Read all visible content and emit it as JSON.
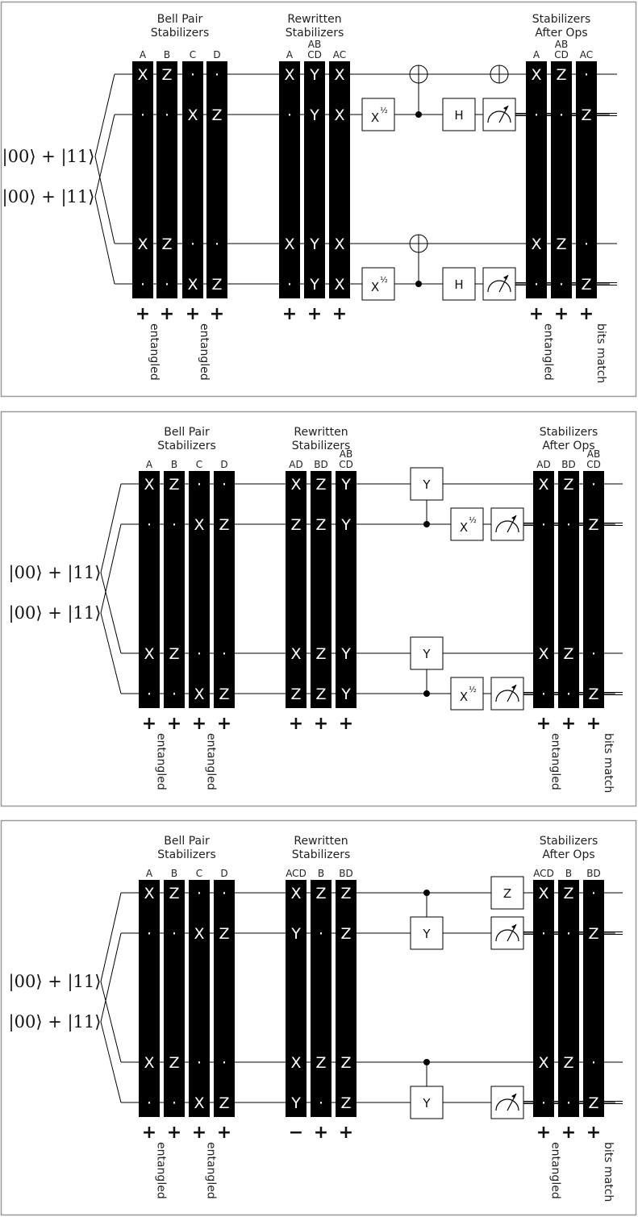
{
  "panels": [
    {
      "bell_title": [
        "Bell Pair",
        "Stabilizers"
      ],
      "bell_cols": [
        "A",
        "B",
        "C",
        "D"
      ],
      "bell_grid": [
        [
          "X",
          "Z",
          "·",
          "·"
        ],
        [
          "·",
          "·",
          "X",
          "Z"
        ],
        [
          "X",
          "Z",
          "·",
          "·"
        ],
        [
          "·",
          "·",
          "X",
          "Z"
        ]
      ],
      "bell_signs": [
        "+",
        "+",
        "+",
        "+"
      ],
      "rew_title": [
        "Rewritten",
        "Stabilizers"
      ],
      "rew_cols": [
        [
          "A"
        ],
        [
          "AB",
          "CD"
        ],
        [
          "AC"
        ]
      ],
      "rew_grid": [
        [
          "X",
          "Y",
          "X"
        ],
        [
          "·",
          "Y",
          "X"
        ],
        [
          "X",
          "Y",
          "X"
        ],
        [
          "·",
          "Y",
          "X"
        ]
      ],
      "rew_signs": [
        "+",
        "+",
        "+"
      ],
      "after_title": [
        "Stabilizers",
        "After Ops"
      ],
      "after_cols": [
        [
          "A"
        ],
        [
          "AB",
          "CD"
        ],
        [
          "AC"
        ]
      ],
      "after_grid": [
        [
          "X",
          "Z",
          "·"
        ],
        [
          "·",
          "·",
          "Z"
        ],
        [
          "X",
          "Z",
          "·"
        ],
        [
          "·",
          "·",
          "Z"
        ]
      ],
      "after_signs": [
        "+",
        "+",
        "+"
      ],
      "kets": [
        "|00⟩ + |11⟩",
        "|00⟩ + |11⟩"
      ],
      "notes": {
        "entangled_1": "entangled",
        "entangled_2": "entangled",
        "entangled_3": "entangled",
        "bits_match": "bits match"
      },
      "gates": [
        {
          "kind": "box",
          "col": 0,
          "wire": 1,
          "label": "X",
          "sup": "½"
        },
        {
          "kind": "box",
          "col": 0,
          "wire": 3,
          "label": "X",
          "sup": "½"
        },
        {
          "kind": "cnot",
          "col": 1,
          "control": 1,
          "target": 0
        },
        {
          "kind": "cnot",
          "col": 1,
          "control": 3,
          "target": 2
        },
        {
          "kind": "box",
          "col": 2,
          "wire": 1,
          "label": "H"
        },
        {
          "kind": "box",
          "col": 2,
          "wire": 3,
          "label": "H"
        },
        {
          "kind": "xor",
          "col": 3,
          "wire": 0
        },
        {
          "kind": "meter",
          "col": 3,
          "wire": 1
        },
        {
          "kind": "meter",
          "col": 3,
          "wire": 3
        }
      ]
    },
    {
      "bell_title": [
        "Bell Pair",
        "Stabilizers"
      ],
      "bell_cols": [
        "A",
        "B",
        "C",
        "D"
      ],
      "bell_grid": [
        [
          "X",
          "Z",
          "·",
          "·"
        ],
        [
          "·",
          "·",
          "X",
          "Z"
        ],
        [
          "X",
          "Z",
          "·",
          "·"
        ],
        [
          "·",
          "·",
          "X",
          "Z"
        ]
      ],
      "bell_signs": [
        "+",
        "+",
        "+",
        "+"
      ],
      "rew_title": [
        "Rewritten",
        "Stabilizers"
      ],
      "rew_cols": [
        [
          "AD"
        ],
        [
          "BD"
        ],
        [
          "AB",
          "CD"
        ]
      ],
      "rew_grid": [
        [
          "X",
          "Z",
          "Y"
        ],
        [
          "Z",
          "Z",
          "Y"
        ],
        [
          "X",
          "Z",
          "Y"
        ],
        [
          "Z",
          "Z",
          "Y"
        ]
      ],
      "rew_signs": [
        "+",
        "+",
        "+"
      ],
      "after_title": [
        "Stabilizers",
        "After Ops"
      ],
      "after_cols": [
        [
          "AD"
        ],
        [
          "BD"
        ],
        [
          "AB",
          "CD"
        ]
      ],
      "after_grid": [
        [
          "X",
          "Z",
          "·"
        ],
        [
          "·",
          "·",
          "Z"
        ],
        [
          "X",
          "Z",
          "·"
        ],
        [
          "·",
          "·",
          "Z"
        ]
      ],
      "after_signs": [
        "+",
        "+",
        "+"
      ],
      "kets": [
        "|00⟩ + |11⟩",
        "|00⟩ + |11⟩"
      ],
      "notes": {
        "entangled_1": "entangled",
        "entangled_2": "entangled",
        "entangled_3": "entangled",
        "bits_match": "bits match"
      },
      "gates": [
        {
          "kind": "cbox",
          "col": 0,
          "control": 1,
          "target": 0,
          "label": "Y"
        },
        {
          "kind": "cbox",
          "col": 0,
          "control": 3,
          "target": 2,
          "label": "Y"
        },
        {
          "kind": "box",
          "col": 1,
          "wire": 1,
          "label": "X",
          "sup": "½"
        },
        {
          "kind": "box",
          "col": 1,
          "wire": 3,
          "label": "X",
          "sup": "½"
        },
        {
          "kind": "meter",
          "col": 2,
          "wire": 1
        },
        {
          "kind": "meter",
          "col": 2,
          "wire": 3
        }
      ]
    },
    {
      "bell_title": [
        "Bell Pair",
        "Stabilizers"
      ],
      "bell_cols": [
        "A",
        "B",
        "C",
        "D"
      ],
      "bell_grid": [
        [
          "X",
          "Z",
          "·",
          "·"
        ],
        [
          "·",
          "·",
          "X",
          "Z"
        ],
        [
          "X",
          "Z",
          "·",
          "·"
        ],
        [
          "·",
          "·",
          "X",
          "Z"
        ]
      ],
      "bell_signs": [
        "+",
        "+",
        "+",
        "+"
      ],
      "rew_title": [
        "Rewritten",
        "Stabilizers"
      ],
      "rew_cols": [
        [
          "ACD"
        ],
        [
          "B"
        ],
        [
          "BD"
        ]
      ],
      "rew_grid": [
        [
          "X",
          "Z",
          "Z"
        ],
        [
          "Y",
          "·",
          "Z"
        ],
        [
          "X",
          "Z",
          "Z"
        ],
        [
          "Y",
          "·",
          "Z"
        ]
      ],
      "rew_signs": [
        "−",
        "+",
        "+"
      ],
      "after_title": [
        "Stabilizers",
        "After Ops"
      ],
      "after_cols": [
        [
          "ACD"
        ],
        [
          "B"
        ],
        [
          "BD"
        ]
      ],
      "after_grid": [
        [
          "X",
          "Z",
          "·"
        ],
        [
          "·",
          "·",
          "Z"
        ],
        [
          "X",
          "Z",
          "·"
        ],
        [
          "·",
          "·",
          "Z"
        ]
      ],
      "after_signs": [
        "+",
        "+",
        "+"
      ],
      "kets": [
        "|00⟩ + |11⟩",
        "|00⟩ + |11⟩"
      ],
      "notes": {
        "entangled_1": "entangled",
        "entangled_2": "entangled",
        "entangled_3": "entangled",
        "bits_match": "bits match"
      },
      "gates": [
        {
          "kind": "cbox",
          "col": 0,
          "control": 0,
          "target": 1,
          "label": "Y"
        },
        {
          "kind": "cbox",
          "col": 0,
          "control": 2,
          "target": 3,
          "label": "Y"
        },
        {
          "kind": "box",
          "col": 2,
          "wire": 0,
          "label": "Z"
        },
        {
          "kind": "meter",
          "col": 2,
          "wire": 1
        },
        {
          "kind": "meter",
          "col": 2,
          "wire": 3
        }
      ]
    }
  ]
}
